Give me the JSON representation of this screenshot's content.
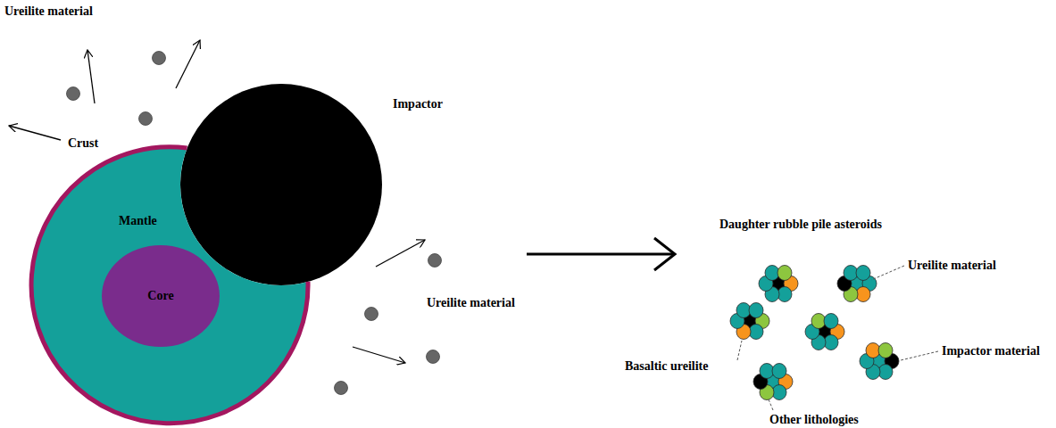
{
  "diagram": {
    "nodes": [
      {
        "text": [
          "Mantle"
        ]
      },
      {
        "text": [
          "Core"
        ],
        "in": 0
      }
    ],
    "labels": [
      "Ureilite material",
      "Impactor",
      "Crust",
      "Ureilite material",
      "Daughter rubble pile asteroids",
      "Ureilite material",
      "Basaltic ureilite",
      "Impactor material",
      "Other lithologies"
    ]
  }
}
